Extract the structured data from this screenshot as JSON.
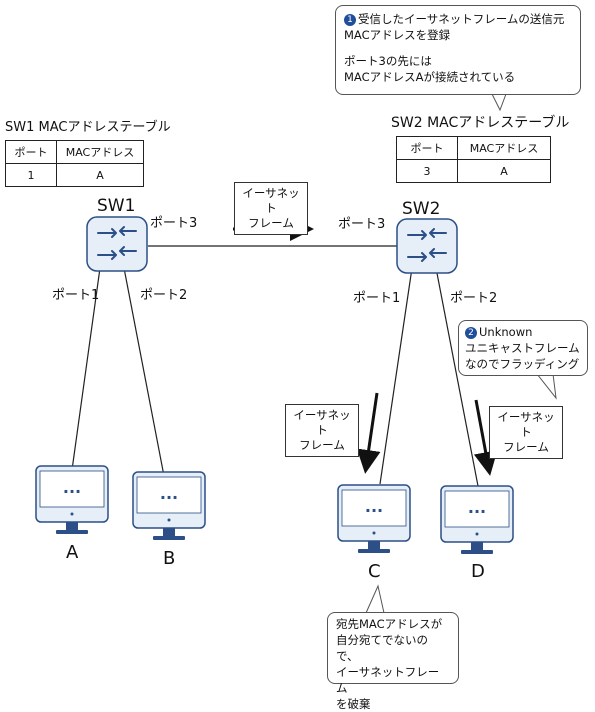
{
  "sw1_table": {
    "title": "SW1 MACアドレステーブル",
    "headers": [
      "ポート",
      "MACアドレス"
    ],
    "rows": [
      [
        "1",
        "A"
      ]
    ]
  },
  "sw2_table": {
    "title": "SW2 MACアドレステーブル",
    "headers": [
      "ポート",
      "MACアドレス"
    ],
    "rows": [
      [
        "3",
        "A"
      ]
    ]
  },
  "sw1": {
    "name": "SW1",
    "port1": "ポート1",
    "port2": "ポート2",
    "port3": "ポート3"
  },
  "sw2": {
    "name": "SW2",
    "port1": "ポート1",
    "port2": "ポート2",
    "port3": "ポート3"
  },
  "frame_label": {
    "line1": "イーサネット",
    "line2": "フレーム"
  },
  "hosts": [
    {
      "label": "A",
      "screen": "..."
    },
    {
      "label": "B",
      "screen": "..."
    },
    {
      "label": "C",
      "screen": "..."
    },
    {
      "label": "D",
      "screen": "..."
    }
  ],
  "note1": {
    "badge": "1",
    "lines": [
      "受信したイーサネットフレームの送信元",
      "MACアドレスを登録",
      "",
      "ポート3の先には",
      "MACアドレスAが接続されている"
    ]
  },
  "note2": {
    "badge": "2",
    "lines": [
      "Unknown",
      "ユニキャストフレーム",
      "なのでフラッディング"
    ]
  },
  "note3": {
    "lines": [
      "宛先MACアドレスが",
      "自分宛てでないので、",
      "イーサネットフレーム",
      "を破棄"
    ]
  },
  "colors": {
    "accent": "#1f4e9a",
    "device_fill": "#e6eef8",
    "device_stroke": "#2b4f86"
  }
}
